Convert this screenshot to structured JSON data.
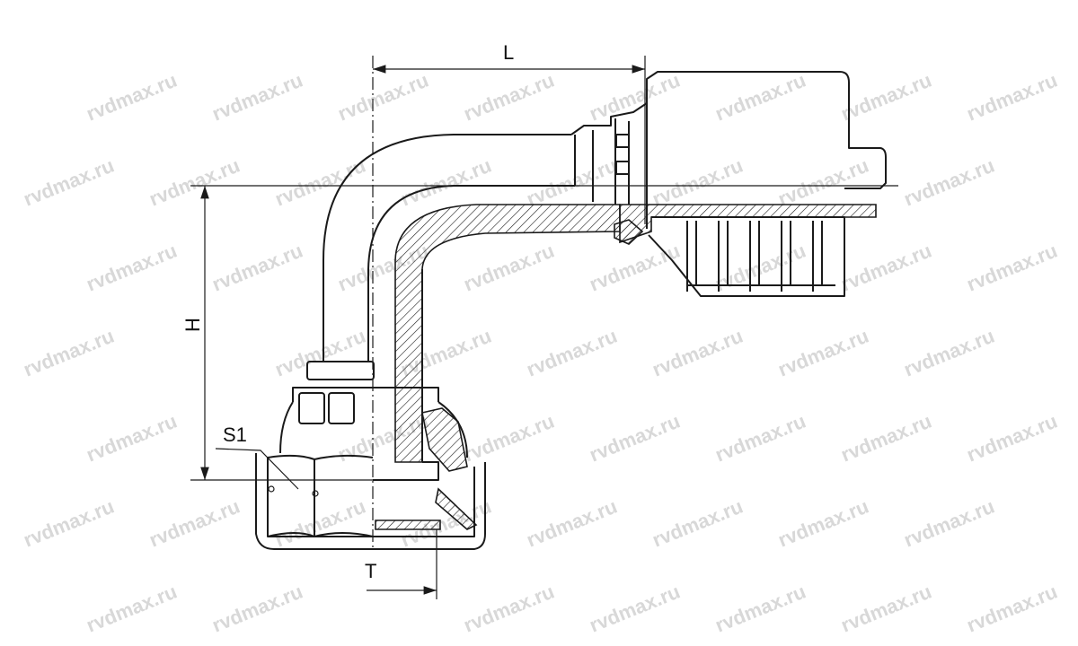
{
  "watermark": "rvdmax.ru",
  "dimensions": {
    "length": "L",
    "height": "H",
    "hex_size": "S1",
    "thread": "T"
  },
  "colors": {
    "line": "#1a1a1a",
    "watermark": "#d8d8d8",
    "background": "#ffffff"
  }
}
